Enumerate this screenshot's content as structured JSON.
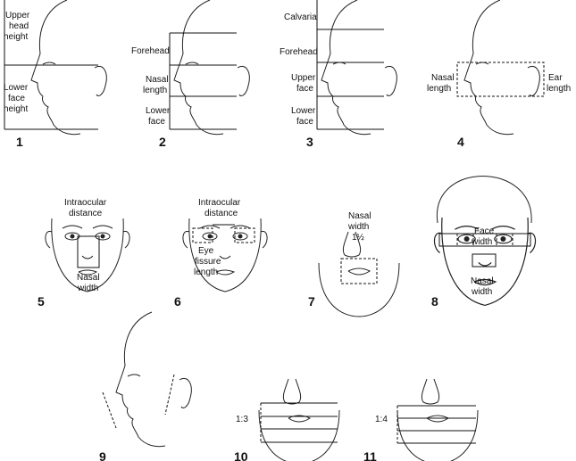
{
  "panels": [
    {
      "number": "1",
      "labels": [
        "Upper",
        "head",
        "height",
        "Lower",
        "face",
        "height"
      ]
    },
    {
      "number": "2",
      "labels": [
        "Forehead",
        "Nasal",
        "length",
        "Lower",
        "face"
      ]
    },
    {
      "number": "3",
      "labels": [
        "Calvaria",
        "Forehead",
        "Upper",
        "face",
        "Lower",
        "face"
      ]
    },
    {
      "number": "4",
      "labels": [
        "Nasal",
        "length",
        "Ear",
        "length"
      ]
    },
    {
      "number": "5",
      "labels": [
        "Intraocular",
        "distance",
        "Nasal",
        "width"
      ]
    },
    {
      "number": "6",
      "labels": [
        "Intraocular",
        "distance",
        "Eye",
        "fissure",
        "length"
      ]
    },
    {
      "number": "7",
      "labels": [
        "Nasal",
        "width",
        "1½"
      ]
    },
    {
      "number": "8",
      "labels": [
        "Face",
        "width",
        "Nasal",
        "width"
      ]
    },
    {
      "number": "9",
      "labels": []
    },
    {
      "number": "10",
      "labels": [
        "1:3"
      ]
    },
    {
      "number": "11",
      "labels": [
        "1:4"
      ]
    }
  ]
}
